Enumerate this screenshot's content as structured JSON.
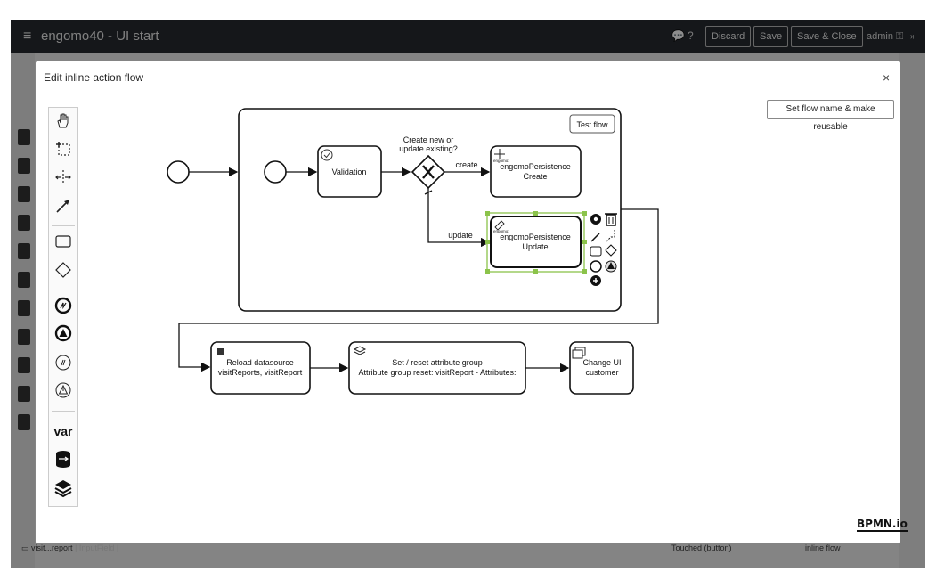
{
  "topbar": {
    "app_title": "engomo40 - UI start",
    "discard_label": "Discard",
    "save_label": "Save",
    "save_close_label": "Save & Close",
    "user_label": "admin"
  },
  "background": {
    "field_row_label": "visit...report",
    "field_row_type": "| InputField |",
    "trigger_label": "Touched (button)",
    "trigger_value": "inline flow"
  },
  "modal": {
    "title": "Edit inline action flow",
    "close_glyph": "×",
    "reusable_button": "Set flow name & make reusable",
    "test_flow_button": "Test flow",
    "bpmn_logo": "BPMN.io"
  },
  "palette": {
    "items": [
      "hand-tool",
      "lasso-tool",
      "space-tool",
      "connect-tool",
      "task",
      "gateway",
      "engomo-event",
      "warning-event",
      "hex-event",
      "alert-event",
      "var",
      "data-sync",
      "layers"
    ],
    "var_label": "var"
  },
  "diagram": {
    "validation_label": "Validation",
    "gateway_question_1": "Create new or",
    "gateway_question_2": "update existing?",
    "create_edge_label": "create",
    "update_edge_label": "update",
    "create_task_line1": "engomoPersistence",
    "create_task_line2": "Create",
    "update_task_line1": "engomoPersistence",
    "update_task_line2": "Update",
    "engomo_tag": "engomo:",
    "reload_line1": "Reload datasource",
    "reload_line2": "visitReports, visitReport",
    "reset_line1": "Set / reset attribute group",
    "reset_line2": "Attribute group reset: visitReport - Attributes:",
    "change_ui_line1": "Change UI",
    "change_ui_line2": "customer"
  },
  "colors": {
    "topbar": "#272b30",
    "selection": "#8bc34a",
    "overlay": "rgba(0,0,0,0.45)"
  }
}
